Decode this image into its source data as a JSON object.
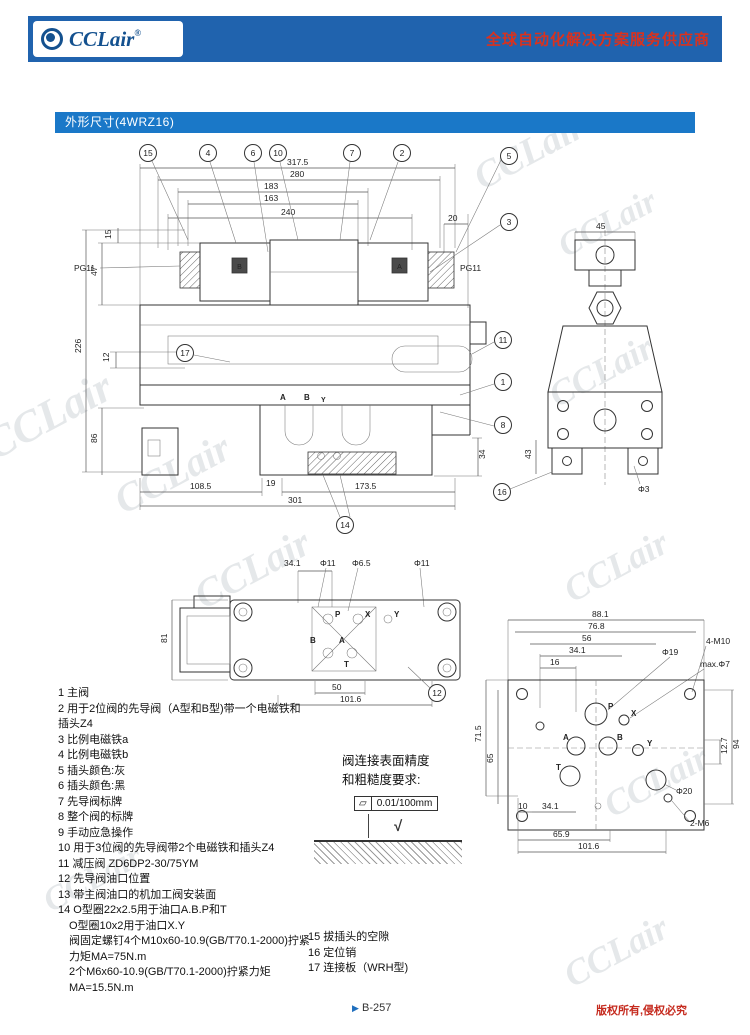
{
  "header": {
    "logo_text": "CCLair",
    "logo_reg": "®",
    "tagline": "全球自动化解决方案服务供应商"
  },
  "section": {
    "title": "外形尺寸(4WRZ16)"
  },
  "watermark": {
    "text": "CCLair"
  },
  "main_view": {
    "dims": {
      "w3175": "317.5",
      "w280": "280",
      "w183": "183",
      "w163": "163",
      "w240": "240",
      "w20": "20",
      "h15": "15",
      "h47": "47",
      "h226": "226",
      "h12": "12",
      "h86": "86",
      "h34": "34",
      "b1085": "108.5",
      "b19": "19",
      "b1735": "173.5",
      "b301": "301"
    },
    "labels": {
      "pg11_left": "PG11",
      "pg11_right": "PG11",
      "port_a": "A",
      "port_b": "B",
      "port_y": "Y",
      "sol_left": "B",
      "sol_right": "A"
    },
    "callouts": {
      "c1": "1",
      "c2": "2",
      "c3": "3",
      "c4": "4",
      "c5": "5",
      "c6": "6",
      "c7": "7",
      "c8": "8",
      "c10": "10",
      "c11": "11",
      "c14": "14",
      "c15": "15",
      "c17": "17"
    }
  },
  "end_view": {
    "dims": {
      "w45": "45",
      "h43": "43",
      "d3": "Φ3"
    },
    "callouts": {
      "c16": "16"
    }
  },
  "top_view": {
    "dims": {
      "w341": "34.1",
      "d11a": "Φ11",
      "d65": "Φ6.5",
      "d11b": "Φ11",
      "h81": "81",
      "b50": "50",
      "b1016": "101.6"
    },
    "labels": {
      "p": "P",
      "x": "X",
      "a": "A",
      "b": "B",
      "t": "T",
      "y": "Y"
    },
    "callouts": {
      "c12": "12"
    }
  },
  "face_view": {
    "dims": {
      "w881": "88.1",
      "w768": "76.8",
      "w56": "56",
      "w341": "34.1",
      "w16": "16",
      "m10": "4-M10",
      "d19": "Φ19",
      "dmax": "max.Φ7",
      "h715": "71.5",
      "h65": "65",
      "b10": "10",
      "b341": "34.1",
      "b659": "65.9",
      "b1016": "101.6",
      "r127": "12.7",
      "r94": "94",
      "d20": "Φ20",
      "m6": "2-M6"
    },
    "labels": {
      "p": "P",
      "x": "X",
      "a": "A",
      "b": "B",
      "y": "Y",
      "t": "T"
    }
  },
  "surface_note": {
    "line1": "阀连接表面精度",
    "line2": "和粗糙度要求:",
    "tolerance": "0.01/100mm"
  },
  "parts_list": {
    "col_left": [
      "1 主阀",
      "2 用于2位阀的先导阀（A型和B型)带一个电磁铁和插头Z4",
      "3 比例电磁铁a",
      "4 比例电磁铁b",
      "5 插头颜色:灰",
      "6 插头颜色:黑",
      "7 先导阀标牌",
      "8 整个阀的标牌",
      "9 手动应急操作",
      "10 用于3位阀的先导阀带2个电磁铁和插头Z4",
      "11 减压阀 ZD6DP2-30/75YM",
      "12 先导阀油口位置",
      "13 带主阀油口的机加工阀安装面",
      "14 O型圈22x2.5用于油口A.B.P和T",
      "O型圈10x2用于油口X.Y",
      "阀固定螺钉4个M10x60-10.9(GB/T70.1-2000)拧紧力矩MA=75N.m",
      "2个M6x60-10.9(GB/T70.1-2000)拧紧力矩MA=15.5N.m"
    ],
    "col_right": [
      "15 拔插头的空隙",
      "16 定位销",
      "17 连接板（WRH型)"
    ]
  },
  "footer": {
    "marker": "▶",
    "page": "B-257",
    "copyright": "版权所有,侵权必究"
  }
}
